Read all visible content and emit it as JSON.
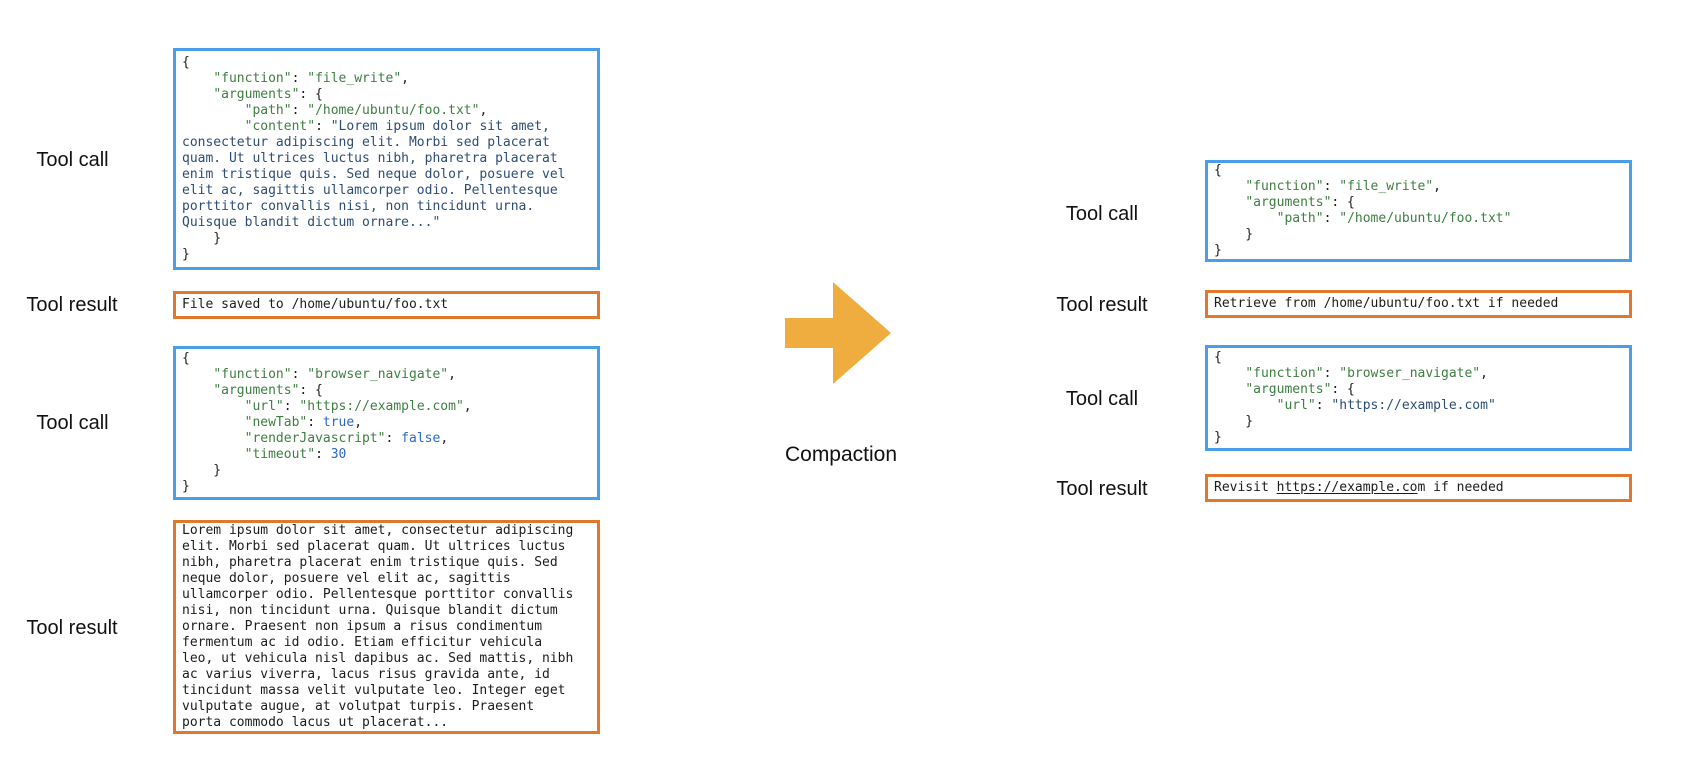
{
  "labels": {
    "tool_call": "Tool call",
    "tool_result": "Tool result",
    "compaction": "Compaction"
  },
  "colors": {
    "blue_border": "#4a9de9",
    "orange_border": "#e0772c",
    "arrow": "#efac3f",
    "code_green": "#3e7e41",
    "code_navy": "#2d4d74",
    "code_blue": "#2b68c9"
  },
  "left": {
    "tool_call_1": {
      "lines": [
        [
          {
            "t": "{"
          }
        ],
        [
          {
            "t": "    "
          },
          {
            "t": "\"function\"",
            "c": "k"
          },
          {
            "t": ": "
          },
          {
            "t": "\"file_write\"",
            "c": "k"
          },
          {
            "t": ","
          }
        ],
        [
          {
            "t": "    "
          },
          {
            "t": "\"arguments\"",
            "c": "k"
          },
          {
            "t": ": {"
          }
        ],
        [
          {
            "t": "        "
          },
          {
            "t": "\"path\"",
            "c": "k"
          },
          {
            "t": ": "
          },
          {
            "t": "\"/home/ubuntu/foo.txt\"",
            "c": "k"
          },
          {
            "t": ","
          }
        ],
        [
          {
            "t": "        "
          },
          {
            "t": "\"content\"",
            "c": "k"
          },
          {
            "t": ": "
          },
          {
            "t": "\"Lorem ipsum dolor sit amet,",
            "c": "s"
          }
        ],
        [
          {
            "t": "consectetur adipiscing elit. Morbi sed placerat",
            "c": "s"
          }
        ],
        [
          {
            "t": "quam. Ut ultrices luctus nibh, pharetra placerat",
            "c": "s"
          }
        ],
        [
          {
            "t": "enim tristique quis. Sed neque dolor, posuere vel",
            "c": "s"
          }
        ],
        [
          {
            "t": "elit ac, sagittis ullamcorper odio. Pellentesque",
            "c": "s"
          }
        ],
        [
          {
            "t": "porttitor convallis nisi, non tincidunt urna.",
            "c": "s"
          }
        ],
        [
          {
            "t": "Quisque blandit dictum ornare...\"",
            "c": "s"
          }
        ],
        [
          {
            "t": "    }"
          }
        ],
        [
          {
            "t": "}"
          }
        ]
      ]
    },
    "tool_result_1": {
      "text": "File saved to /home/ubuntu/foo.txt"
    },
    "tool_call_2": {
      "lines": [
        [
          {
            "t": "{"
          }
        ],
        [
          {
            "t": "    "
          },
          {
            "t": "\"function\"",
            "c": "k"
          },
          {
            "t": ": "
          },
          {
            "t": "\"browser_navigate\"",
            "c": "k"
          },
          {
            "t": ","
          }
        ],
        [
          {
            "t": "    "
          },
          {
            "t": "\"arguments\"",
            "c": "k"
          },
          {
            "t": ": {"
          }
        ],
        [
          {
            "t": "        "
          },
          {
            "t": "\"url\"",
            "c": "k"
          },
          {
            "t": ": "
          },
          {
            "t": "\"https://example.com\"",
            "c": "k"
          },
          {
            "t": ","
          }
        ],
        [
          {
            "t": "        "
          },
          {
            "t": "\"newTab\"",
            "c": "k"
          },
          {
            "t": ": "
          },
          {
            "t": "true",
            "c": "b"
          },
          {
            "t": ","
          }
        ],
        [
          {
            "t": "        "
          },
          {
            "t": "\"renderJavascript\"",
            "c": "k"
          },
          {
            "t": ": "
          },
          {
            "t": "false",
            "c": "b"
          },
          {
            "t": ","
          }
        ],
        [
          {
            "t": "        "
          },
          {
            "t": "\"timeout\"",
            "c": "k"
          },
          {
            "t": ": "
          },
          {
            "t": "30",
            "c": "b"
          }
        ],
        [
          {
            "t": "    }"
          }
        ],
        [
          {
            "t": "}"
          }
        ]
      ]
    },
    "tool_result_2": {
      "lines": [
        "Lorem ipsum dolor sit amet, consectetur adipiscing",
        "elit. Morbi sed placerat quam. Ut ultrices luctus",
        "nibh, pharetra placerat enim tristique quis. Sed",
        "neque dolor, posuere vel elit ac, sagittis",
        "ullamcorper odio. Pellentesque porttitor convallis",
        "nisi, non tincidunt urna. Quisque blandit dictum",
        "ornare. Praesent non ipsum a risus condimentum",
        "fermentum ac id odio. Etiam efficitur vehicula",
        "leo, ut vehicula nisl dapibus ac. Sed mattis, nibh",
        "ac varius viverra, lacus risus gravida ante, id",
        "tincidunt massa velit vulputate leo. Integer eget",
        "vulputate augue, at volutpat turpis. Praesent",
        "porta commodo lacus ut placerat..."
      ]
    }
  },
  "right": {
    "tool_call_1": {
      "lines": [
        [
          {
            "t": "{"
          }
        ],
        [
          {
            "t": "    "
          },
          {
            "t": "\"function\"",
            "c": "k"
          },
          {
            "t": ": "
          },
          {
            "t": "\"file_write\"",
            "c": "k"
          },
          {
            "t": ","
          }
        ],
        [
          {
            "t": "    "
          },
          {
            "t": "\"arguments\"",
            "c": "k"
          },
          {
            "t": ": {"
          }
        ],
        [
          {
            "t": "        "
          },
          {
            "t": "\"path\"",
            "c": "k"
          },
          {
            "t": ": "
          },
          {
            "t": "\"/home/ubuntu/foo.txt\"",
            "c": "k"
          }
        ],
        [
          {
            "t": "    }"
          }
        ],
        [
          {
            "t": "}"
          }
        ]
      ]
    },
    "tool_result_1": {
      "text": "Retrieve from /home/ubuntu/foo.txt if needed"
    },
    "tool_call_2": {
      "lines": [
        [
          {
            "t": "{"
          }
        ],
        [
          {
            "t": "    "
          },
          {
            "t": "\"function\"",
            "c": "k"
          },
          {
            "t": ": "
          },
          {
            "t": "\"browser_navigate\"",
            "c": "k"
          },
          {
            "t": ","
          }
        ],
        [
          {
            "t": "    "
          },
          {
            "t": "\"arguments\"",
            "c": "k"
          },
          {
            "t": ": {"
          }
        ],
        [
          {
            "t": "        "
          },
          {
            "t": "\"url\"",
            "c": "k"
          },
          {
            "t": ": "
          },
          {
            "t": "\"https://example.com\"",
            "c": "s"
          }
        ],
        [
          {
            "t": "    }"
          }
        ],
        [
          {
            "t": "}"
          }
        ]
      ]
    },
    "tool_result_2": {
      "lines": [
        [
          {
            "t": "Revisit "
          },
          {
            "t": "https://example.co",
            "u": true
          },
          {
            "t": "m if needed"
          }
        ]
      ]
    }
  }
}
